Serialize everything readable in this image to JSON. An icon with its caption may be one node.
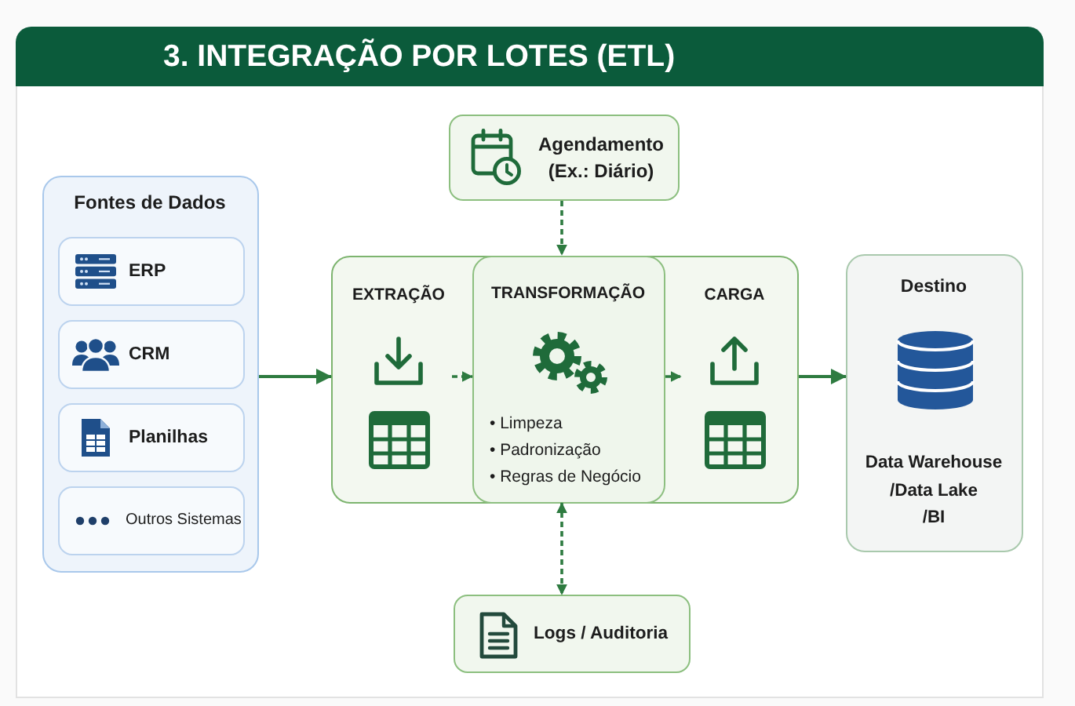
{
  "diagram": {
    "title": "3. INTEGRAÇÃO POR LOTES (ETL)",
    "nodes": [
      {
        "text": [
          "Agendamento (Ex.: Diário)"
        ]
      },
      {
        "text": [
          "Fontes de Dados"
        ]
      },
      {
        "text": [
          "ERP"
        ],
        "in": 1
      },
      {
        "text": [
          "CRM"
        ],
        "in": 1
      },
      {
        "text": [
          "Planilhas"
        ],
        "in": 1
      },
      {
        "text": [
          "Outros Sistemas"
        ],
        "in": 1
      },
      {
        "text": [],
        "shape": "box"
      },
      {
        "text": [
          "EXTRAÇÃO"
        ],
        "in": 6
      },
      {
        "text": [
          "TRANSFORMAÇÃO",
          "• Limpeza",
          "• Padronização",
          "• Regras de Negócio"
        ],
        "in": 6
      },
      {
        "text": [
          "CARGA"
        ],
        "in": 6
      },
      {
        "text": [
          "Destino",
          "Data Warehouse /Data Lake /BI"
        ]
      },
      {
        "text": [
          "Logs / Auditoria"
        ]
      }
    ],
    "edges": [
      {
        "from": 1,
        "to": 6,
        "arrow": "to"
      },
      {
        "from": 7,
        "to": 8,
        "arrow": "to",
        "style": "dashed"
      },
      {
        "from": 8,
        "to": 9,
        "arrow": "to",
        "style": "dashed"
      },
      {
        "from": 6,
        "to": 10,
        "arrow": "to"
      },
      {
        "from": 0,
        "to": 8,
        "arrow": "to",
        "style": "dashed"
      },
      {
        "from": 8,
        "to": 11,
        "arrow": "both",
        "style": "dashed"
      }
    ]
  }
}
